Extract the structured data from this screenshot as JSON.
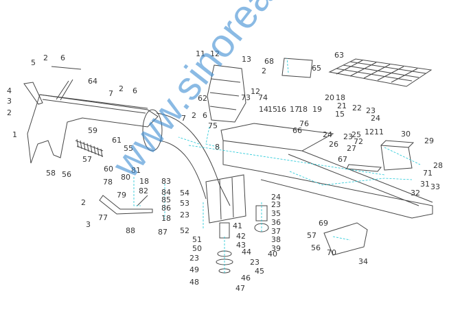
{
  "watermark": "www.sinoreach.id",
  "part_labels": [
    "2",
    "6",
    "5",
    "64",
    "4",
    "3",
    "2",
    "1",
    "7",
    "2",
    "6",
    "59",
    "61",
    "55",
    "58",
    "56",
    "57",
    "60",
    "62",
    "7",
    "2",
    "6",
    "75",
    "8",
    "11",
    "12",
    "13",
    "68",
    "2",
    "65",
    "63",
    "73",
    "12",
    "74",
    "14",
    "15",
    "16",
    "17",
    "18",
    "19",
    "66",
    "76",
    "20",
    "18",
    "21",
    "15",
    "22",
    "23",
    "24",
    "24",
    "25",
    "23",
    "26",
    "12",
    "11",
    "72",
    "27",
    "30",
    "29",
    "28",
    "71",
    "67",
    "31",
    "32",
    "33",
    "80",
    "81",
    "18",
    "83",
    "84",
    "85",
    "86",
    "18",
    "87",
    "82",
    "79",
    "78",
    "2",
    "77",
    "3",
    "88",
    "54",
    "53",
    "23",
    "52",
    "41",
    "42",
    "43",
    "44",
    "51",
    "50",
    "23",
    "49",
    "48",
    "47",
    "46",
    "45",
    "23",
    "24",
    "23",
    "35",
    "36",
    "37",
    "38",
    "39",
    "40",
    "69",
    "57",
    "56",
    "70",
    "34"
  ],
  "colors": {
    "line": "#444444",
    "leader": "#19c6d6",
    "watermark": "#3c8cd2"
  }
}
